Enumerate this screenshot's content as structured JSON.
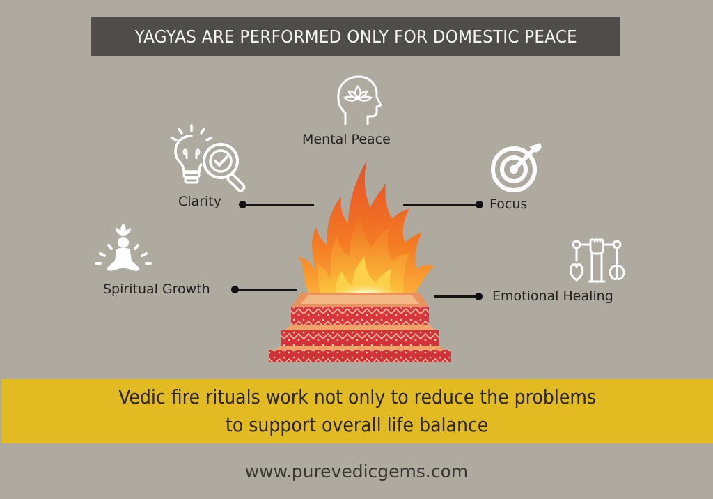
{
  "header": {
    "title": "YAGYAS ARE PERFORMED ONLY FOR DOMESTIC PEACE"
  },
  "center_image": {
    "icon": "fire-pit-havan-kund-icon",
    "description": "Sacred fire burning in a three-tier red havan kund"
  },
  "benefits": [
    {
      "label": "Mental Peace",
      "icon": "head-lotus-icon",
      "position": "top-center"
    },
    {
      "label": "Clarity",
      "icon": "bulb-magnifier-check-icon",
      "position": "upper-left"
    },
    {
      "label": "Focus",
      "icon": "target-arrow-icon",
      "position": "upper-right"
    },
    {
      "label": "Spiritual Growth",
      "icon": "meditation-lotus-icon",
      "position": "lower-left"
    },
    {
      "label": "Emotional Healing",
      "icon": "fist-heart-brain-balance-icon",
      "position": "lower-right"
    }
  ],
  "banner": {
    "line1": "Vedic fire rituals work not only to reduce the problems",
    "line2": "to support overall life balance"
  },
  "footer": {
    "website": "www.purevedicgems.com"
  },
  "colors": {
    "background": "#aeaaa0",
    "header_bg": "#4f4d49",
    "header_text": "#f4f2ee",
    "banner_bg": "#e2ba22",
    "icon_stroke": "#ffffff",
    "connector": "#151515",
    "kund_red": "#d8363a",
    "kund_rim": "#f0a26a"
  }
}
